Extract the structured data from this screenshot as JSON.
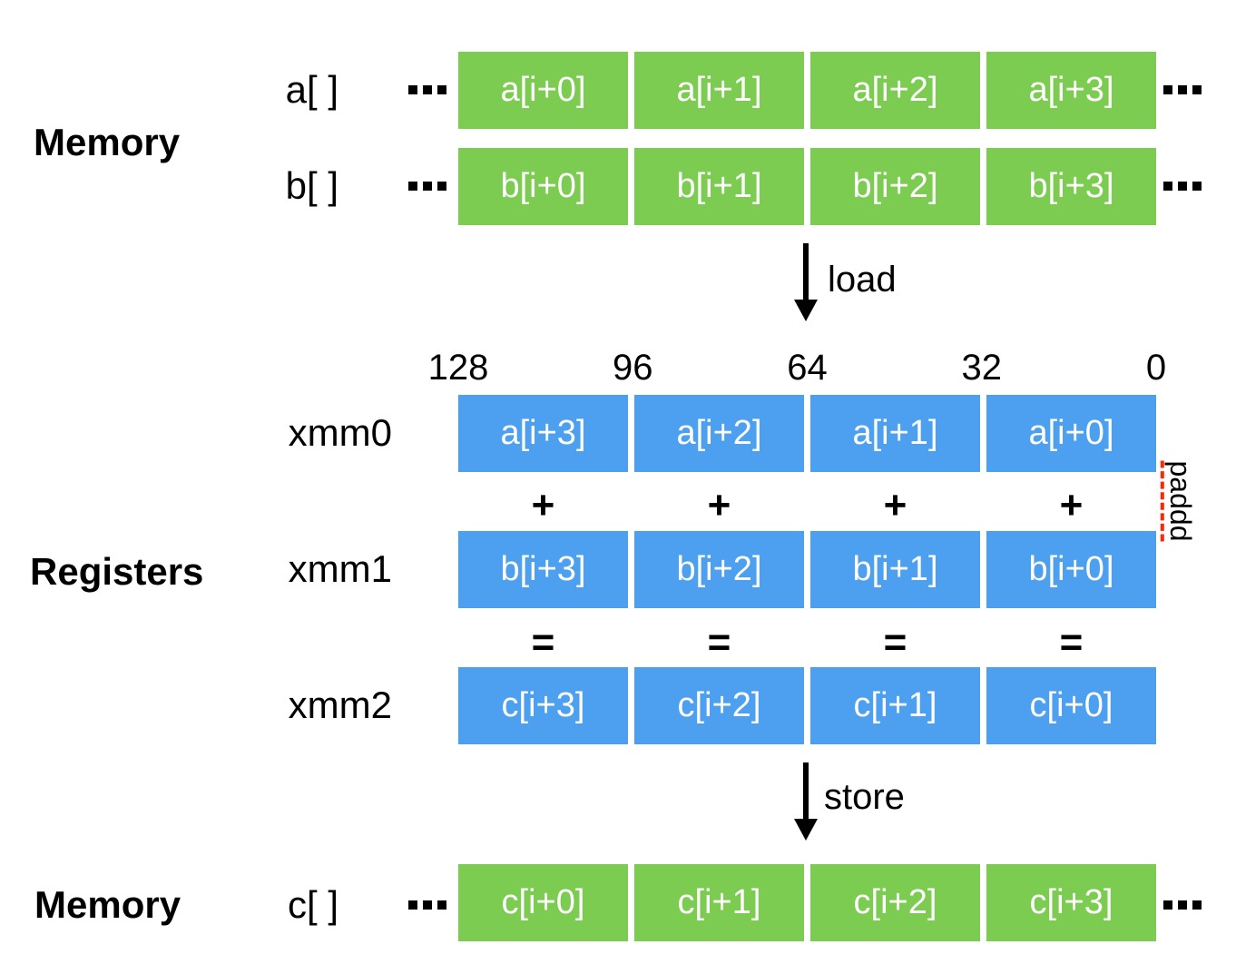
{
  "colors": {
    "green": "#7CCC51",
    "blue": "#4DA0F0",
    "red": "#FF2600",
    "ink": "#000000"
  },
  "sections": {
    "memory_top": "Memory",
    "registers": "Registers",
    "memory_bottom": "Memory"
  },
  "memory_a": {
    "label": "a[ ]",
    "ellipsis": "...",
    "cells": [
      "a[i+0]",
      "a[i+1]",
      "a[i+2]",
      "a[i+3]"
    ]
  },
  "memory_b": {
    "label": "b[ ]",
    "ellipsis": "...",
    "cells": [
      "b[i+0]",
      "b[i+1]",
      "b[i+2]",
      "b[i+3]"
    ]
  },
  "load": {
    "label": "load"
  },
  "bits": [
    "128",
    "96",
    "64",
    "32",
    "0"
  ],
  "xmm0": {
    "label": "xmm0",
    "cells": [
      "a[i+3]",
      "a[i+2]",
      "a[i+1]",
      "a[i+0]"
    ]
  },
  "plus_row": [
    "+",
    "+",
    "+",
    "+"
  ],
  "xmm1": {
    "label": "xmm1",
    "cells": [
      "b[i+3]",
      "b[i+2]",
      "b[i+1]",
      "b[i+0]"
    ]
  },
  "equals_row": [
    "=",
    "=",
    "=",
    "="
  ],
  "xmm2": {
    "label": "xmm2",
    "cells": [
      "c[i+3]",
      "c[i+2]",
      "c[i+1]",
      "c[i+0]"
    ]
  },
  "instruction": {
    "label": "paddd"
  },
  "store": {
    "label": "store"
  },
  "memory_c": {
    "label": "c[ ]",
    "ellipsis": "...",
    "cells": [
      "c[i+0]",
      "c[i+1]",
      "c[i+2]",
      "c[i+3]"
    ]
  }
}
